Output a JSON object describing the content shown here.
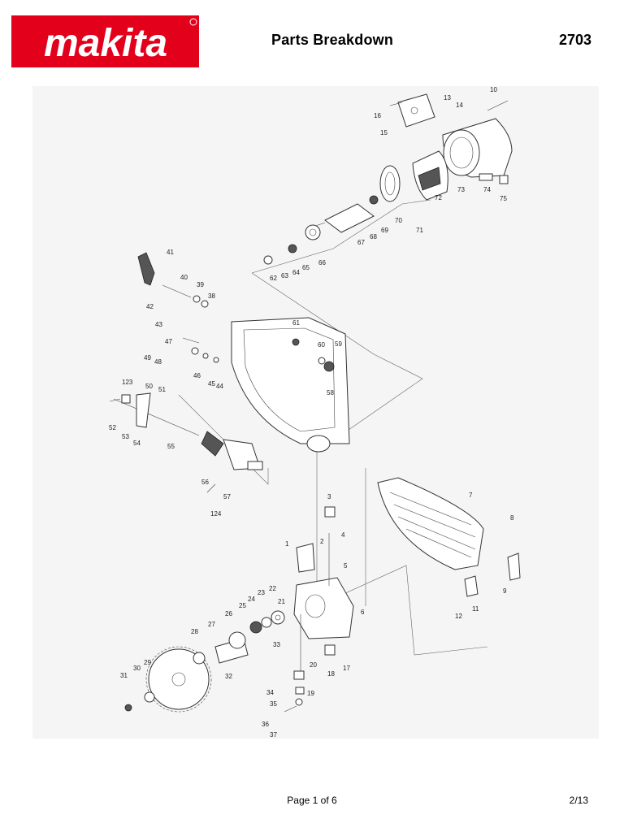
{
  "header": {
    "brand": "makita",
    "brand_color": "#e2001a",
    "title": "Parts Breakdown",
    "model": "2703"
  },
  "footer": {
    "page": "Page 1 of 6",
    "sheet": "2/13"
  },
  "callouts": [
    "1",
    "2",
    "3",
    "4",
    "5",
    "6",
    "7",
    "8",
    "9",
    "10",
    "11",
    "12",
    "13",
    "14",
    "15",
    "16",
    "17",
    "18",
    "19",
    "20",
    "21",
    "22",
    "23",
    "24",
    "25",
    "26",
    "27",
    "28",
    "29",
    "30",
    "31",
    "32",
    "33",
    "34",
    "35",
    "36",
    "37",
    "38",
    "39",
    "40",
    "41",
    "42",
    "43",
    "44",
    "45",
    "46",
    "47",
    "48",
    "49",
    "50",
    "51",
    "52",
    "53",
    "54",
    "55",
    "56",
    "57",
    "58",
    "59",
    "60",
    "61",
    "62",
    "63",
    "64",
    "65",
    "66",
    "67",
    "68",
    "69",
    "70",
    "71",
    "72",
    "73",
    "74",
    "75",
    "123",
    "124"
  ]
}
